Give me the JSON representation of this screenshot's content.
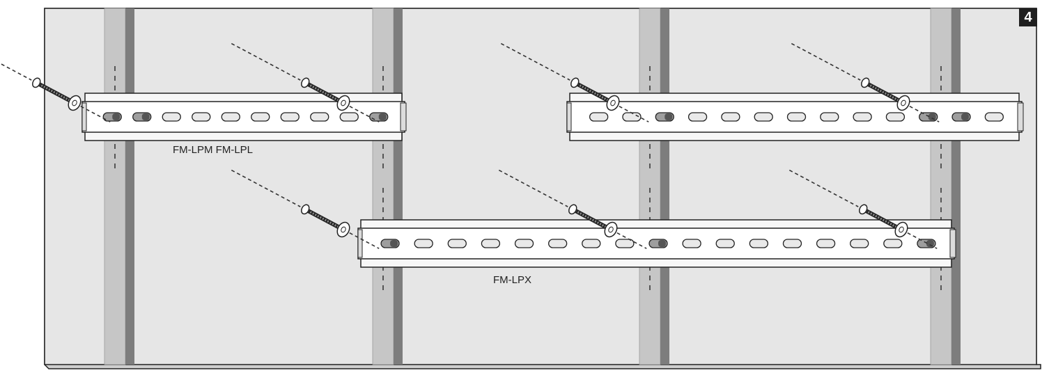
{
  "step_number": "4",
  "labels": {
    "upper_rail_models": "FM-LPM FM-LPL",
    "lower_rail_model": "FM-LPX"
  },
  "colors": {
    "wall": "#e6e6e6",
    "stud_light": "#c6c6c6",
    "stud_dark": "#7d7d7d",
    "rail": "#f7f7f7",
    "slot": "#e9e9e9",
    "outline": "#222222",
    "badge": "#1f1f1f"
  }
}
